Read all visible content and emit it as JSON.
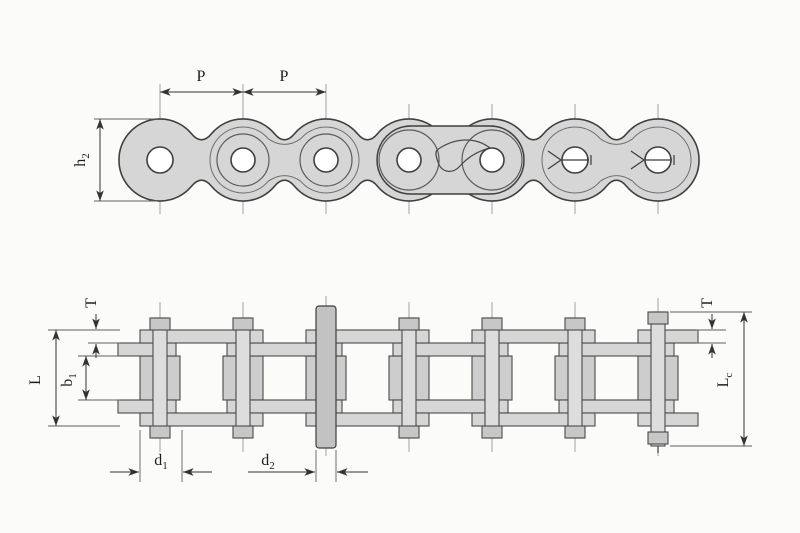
{
  "title": "Roller chain dimensional engineering drawing",
  "colors": {
    "background": "#fbfbfa",
    "fill": "#d6d6d6",
    "fill_dark": "#c2c2c2",
    "line": "#3f3f3f"
  },
  "top_view": {
    "labels": {
      "pitch_1": "P",
      "pitch_2": "P",
      "height": {
        "main": "h",
        "sub": "2"
      }
    }
  },
  "bottom_view": {
    "labels": {
      "plate_thickness_left": "T",
      "plate_thickness_right": "T",
      "pin_length": "L",
      "inner_width": {
        "main": "b",
        "sub": "1"
      },
      "roller_diameter": {
        "main": "d",
        "sub": "1"
      },
      "pin_diameter": {
        "main": "d",
        "sub": "2"
      },
      "pin_length_cotter": {
        "main": "L",
        "sub": "c"
      }
    }
  }
}
